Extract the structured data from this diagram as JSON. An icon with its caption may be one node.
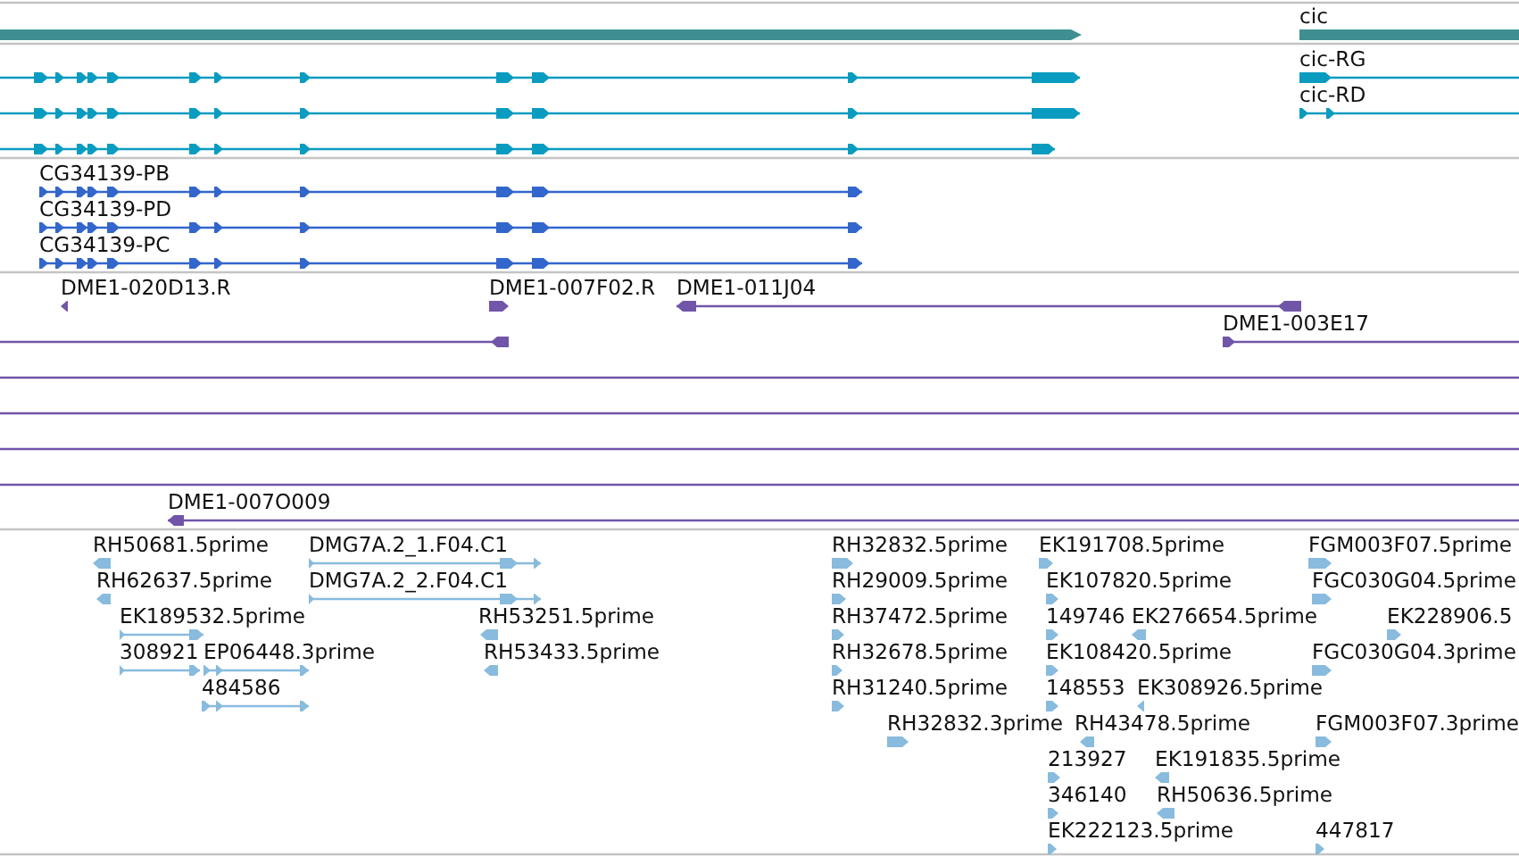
{
  "diagram": {
    "labels": [
      "cic",
      "cic-RG",
      "cic-RD",
      "CG34139-PB",
      "CG34139-PD",
      "CG34139-PC",
      "DME1-020D13.R",
      "DME1-007F02.R",
      "DME1-011J04",
      "DME1-003E17",
      "DME1-007O009",
      "RH50681.5prime",
      "DMG7A.2_1.F04.C1",
      "RH32832.5prime",
      "EK191708.5prime",
      "FGM003F07.5prime",
      "RH62637.5prime",
      "DMG7A.2_2.F04.C1",
      "RH29009.5prime",
      "EK107820.5prime",
      "FGC030G04.5prime",
      "EK189532.5prime",
      "RH53251.5prime",
      "RH37472.5prime",
      "149746",
      "EK276654.5prime",
      "EK228906.5",
      "308921",
      "EP06448.3prime",
      "RH53433.5prime",
      "RH32678.5prime",
      "EK108420.5prime",
      "FGC030G04.3prime",
      "484586",
      "RH31240.5prime",
      "148553",
      "EK308926.5prime",
      "RH32832.3prime",
      "RH43478.5prime",
      "FGM003F07.3prime",
      "213927",
      "EK191835.5prime",
      "346140",
      "RH50636.5prime",
      "EK222123.5prime",
      "447817"
    ]
  }
}
